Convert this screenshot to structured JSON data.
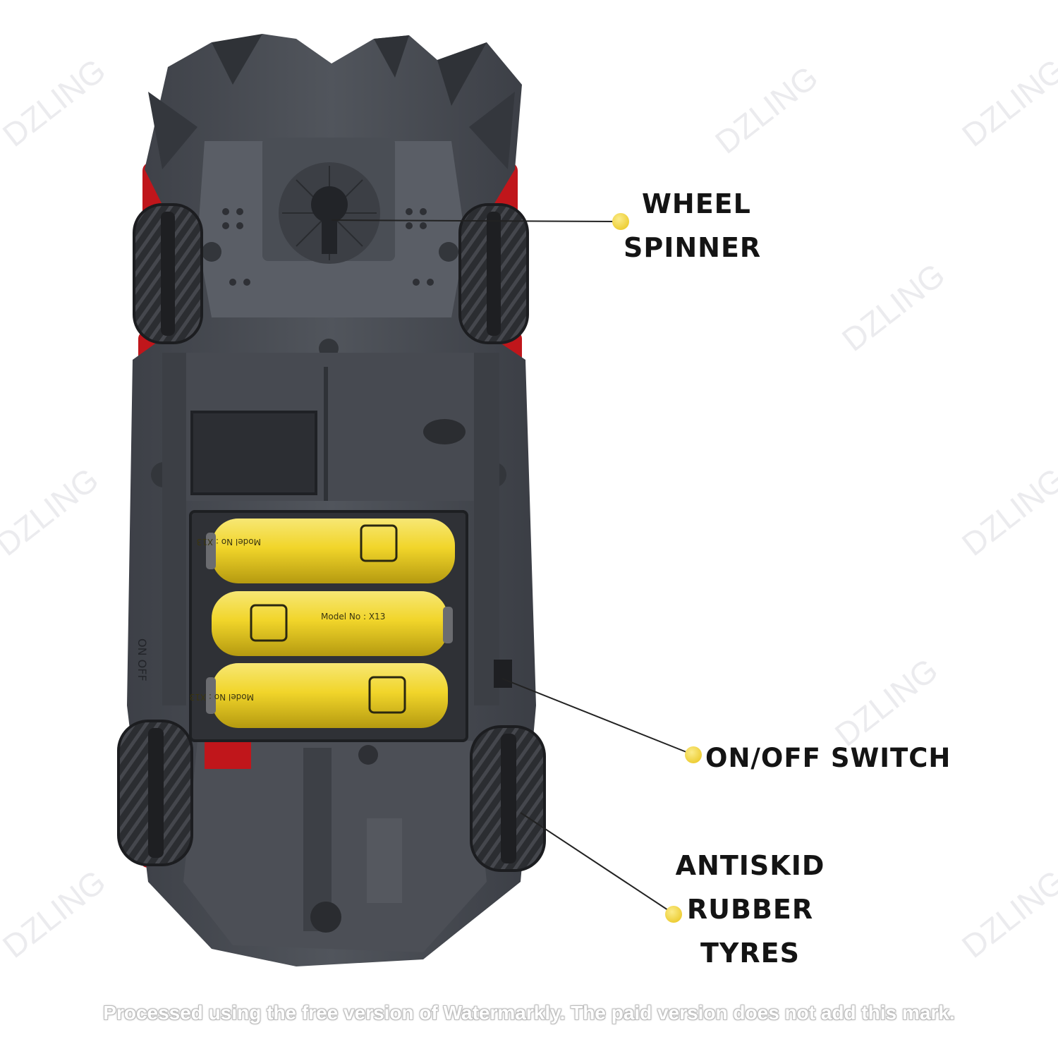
{
  "image": {
    "subject": "toy-car-underside",
    "background_color": "#ffffff",
    "body_color": "#4a4d54",
    "accent_color": "#c0161b",
    "battery_color": "#f2d82c",
    "marker_color": "#f3d63b"
  },
  "callouts": {
    "wheel_spinner": {
      "line1": "WHEEL",
      "line2": "SPINNER"
    },
    "on_off_switch": {
      "label": "ON/OFF SWITCH"
    },
    "antiskid": {
      "line1": "ANTISKID",
      "line2": "RUBBER",
      "line3": "TYRES"
    }
  },
  "printed_marks": {
    "switch_text": "ON OFF",
    "battery_model": "Model No : X13"
  },
  "watermark": {
    "brand": "DZLING",
    "footer": "Processed using the free version of Watermarkly. The paid version does not add this mark."
  }
}
